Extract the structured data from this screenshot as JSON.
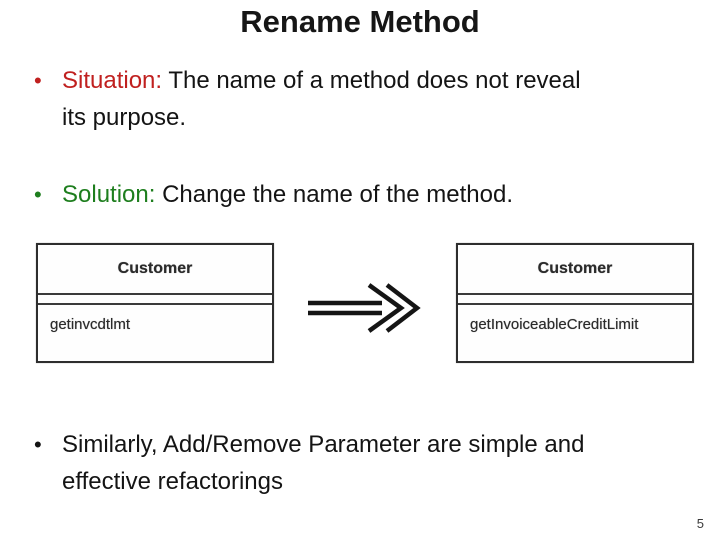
{
  "slide": {
    "title": "Rename Method",
    "page_number": "5",
    "bullet_char": "•"
  },
  "bullets": [
    {
      "lead": "Situation:",
      "body": " The name of a method does not reveal\nits purpose.",
      "lead_color": "#c0201f"
    },
    {
      "lead": "Solution:",
      "body": " Change the name of the method.",
      "lead_color": "#1e7e1e"
    },
    {
      "lead": "",
      "body": "Similarly, Add/Remove Parameter are simple and\neffective refactorings",
      "lead_color": "#141414"
    }
  ],
  "diagram": {
    "arrow_icon": "double-right-arrow",
    "before": {
      "class_name": "Customer",
      "attributes": "",
      "method": "getinvcdtlmt"
    },
    "after": {
      "class_name": "Customer",
      "attributes": "",
      "method": "getInvoiceableCreditLimit"
    }
  },
  "colors": {
    "situation_red": "#c0201f",
    "solution_green": "#1e7e1e",
    "body_text": "#141414",
    "background": "#ffffff"
  }
}
